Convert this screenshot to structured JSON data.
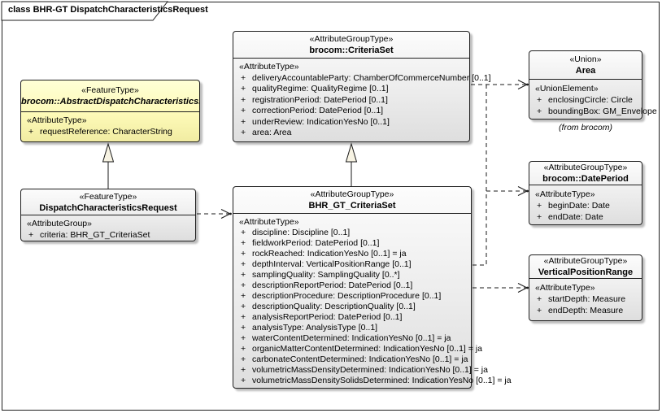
{
  "tab": {
    "label": "class BHR-GT DispatchCharacteristicsRequest"
  },
  "visibility_prefix": "+",
  "colors": {
    "box_border": "#1f1f1f",
    "box_fill": "#ececec",
    "abstract_fill": "#ffffcc",
    "shadow": "#bdbdbd",
    "connector": "#1a1a1a",
    "triangle_fill": "#f7f3e3"
  },
  "boxes": {
    "abstract": {
      "stereotype": "«FeatureType»",
      "name": "brocom::AbstractDispatchCharacteristicsRequest",
      "section_label": "«AttributeType»",
      "attributes": [
        "requestReference: CharacterString"
      ]
    },
    "dispatch": {
      "stereotype": "«FeatureType»",
      "name": "DispatchCharacteristicsRequest",
      "section_label": "«AttributeGroup»",
      "attributes": [
        "criteria: BHR_GT_CriteriaSet"
      ]
    },
    "criteriaset": {
      "stereotype": "«AttributeGroupType»",
      "name": "brocom::CriteriaSet",
      "section_label": "«AttributeType»",
      "attributes": [
        "deliveryAccountableParty: ChamberOfCommerceNumber [0..1]",
        "qualityRegime: QualityRegime [0..1]",
        "registrationPeriod: DatePeriod [0..1]",
        "correctionPeriod: DatePeriod [0..1]",
        "underReview: IndicationYesNo [0..1]",
        "area: Area"
      ]
    },
    "bhr_gt_criteriaset": {
      "stereotype": "«AttributeGroupType»",
      "name": "BHR_GT_CriteriaSet",
      "section_label": "«AttributeType»",
      "attributes": [
        "discipline: Discipline [0..1]",
        "fieldworkPeriod: DatePeriod [0..1]",
        "rockReached: IndicationYesNo [0..1] = ja",
        "depthInterval: VerticalPositionRange [0..1]",
        "samplingQuality: SamplingQuality [0..*]",
        "descriptionReportPeriod: DatePeriod [0..1]",
        "descriptionProcedure: DescriptionProcedure [0..1]",
        "descriptionQuality: DescriptionQuality [0..1]",
        "analysisReportPeriod: DatePeriod [0..1]",
        "analysisType: AnalysisType [0..1]",
        "waterContentDetermined: IndicationYesNo [0..1] = ja",
        "organicMatterContentDetermined: IndicationYesNo [0..1] = ja",
        "carbonateContentDetermined: IndicationYesNo [0..1] = ja",
        "volumetricMassDensityDetermined: IndicationYesNo [0..1] = ja",
        "volumetricMassDensitySolidsDetermined: IndicationYesNo [0..1] = ja"
      ]
    },
    "area": {
      "stereotype": "«Union»",
      "name": "Area",
      "section_label": "«UnionElement»",
      "attributes": [
        "enclosingCircle: Circle",
        "boundingBox: GM_Envelope"
      ],
      "origin_note": "(from brocom)"
    },
    "dateperiod": {
      "stereotype": "«AttributeGroupType»",
      "name": "brocom::DatePeriod",
      "section_label": "«AttributeType»",
      "attributes": [
        "beginDate: Date",
        "endDate: Date"
      ]
    },
    "verticalpositionrange": {
      "stereotype": "«AttributeGroupType»",
      "name": "VerticalPositionRange",
      "section_label": "«AttributeType»",
      "attributes": [
        "startDepth: Measure",
        "endDepth: Measure"
      ]
    }
  }
}
